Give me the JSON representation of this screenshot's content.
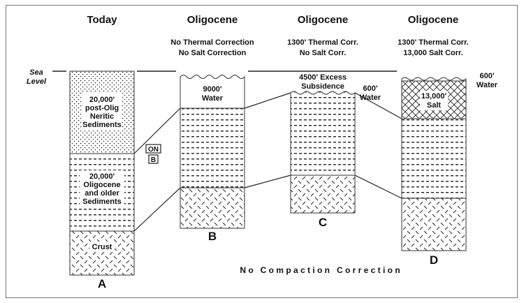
{
  "headers": [
    {
      "title": "Today",
      "sub": []
    },
    {
      "title": "Oligocene",
      "sub": [
        "No Thermal Correction",
        "No Salt Correction"
      ]
    },
    {
      "title": "Oligocene",
      "sub": [
        "1300' Thermal Corr.",
        "No Salt Corr."
      ]
    },
    {
      "title": "Oligocene",
      "sub": [
        "1300' Thermal Corr.",
        "13,000 Salt Corr."
      ]
    }
  ],
  "sea_level_label": [
    "Sea",
    "Level"
  ],
  "columns": [
    {
      "letter": "A",
      "layers": [
        {
          "type": "sediment-neritic",
          "label": [
            "20,000'",
            "post-Olig",
            "Neritic",
            "Sediments"
          ]
        },
        {
          "type": "sediment-oligocene",
          "label": [
            "20,000'",
            "Oligocene",
            "and older",
            "Sediments"
          ]
        },
        {
          "type": "crust",
          "label": [
            "Crust"
          ]
        }
      ]
    },
    {
      "letter": "B",
      "layers": [
        {
          "type": "water",
          "label": [
            "9000'",
            "Water"
          ]
        },
        {
          "type": "sediment-oligocene",
          "label": []
        },
        {
          "type": "crust",
          "label": []
        }
      ]
    },
    {
      "letter": "C",
      "top_label": [
        "4500' Excess",
        "Subsidence"
      ],
      "side_label": [
        "600'",
        "Water"
      ],
      "layers": [
        {
          "type": "sediment-oligocene",
          "label": []
        },
        {
          "type": "crust",
          "label": []
        }
      ]
    },
    {
      "letter": "D",
      "side_label": [
        "600'",
        "Water"
      ],
      "layers": [
        {
          "type": "salt",
          "label": [
            "13,000'",
            "Salt"
          ]
        },
        {
          "type": "sediment-oligocene",
          "label": []
        },
        {
          "type": "crust",
          "label": []
        }
      ]
    }
  ],
  "legend_box": [
    "ON",
    "B"
  ],
  "footer": "N o   C o m p a c t i o n   C o r r e c t i o n"
}
